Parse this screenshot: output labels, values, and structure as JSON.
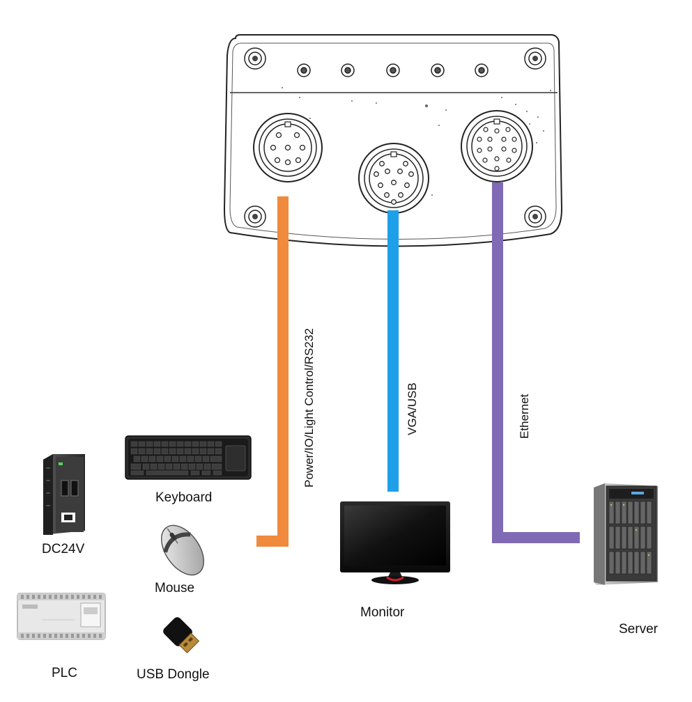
{
  "connections": [
    {
      "label": "Power/IO/Light Control/RS232",
      "color": "#f08a3c"
    },
    {
      "label": "VGA/USB",
      "color": "#1ea0e8"
    },
    {
      "label": "Ethernet",
      "color": "#8069b5"
    }
  ],
  "devices": {
    "dc24v": "DC24V",
    "plc": "PLC",
    "keyboard": "Keyboard",
    "mouse": "Mouse",
    "usb_dongle": "USB Dongle",
    "monitor": "Monitor",
    "server": "Server"
  }
}
